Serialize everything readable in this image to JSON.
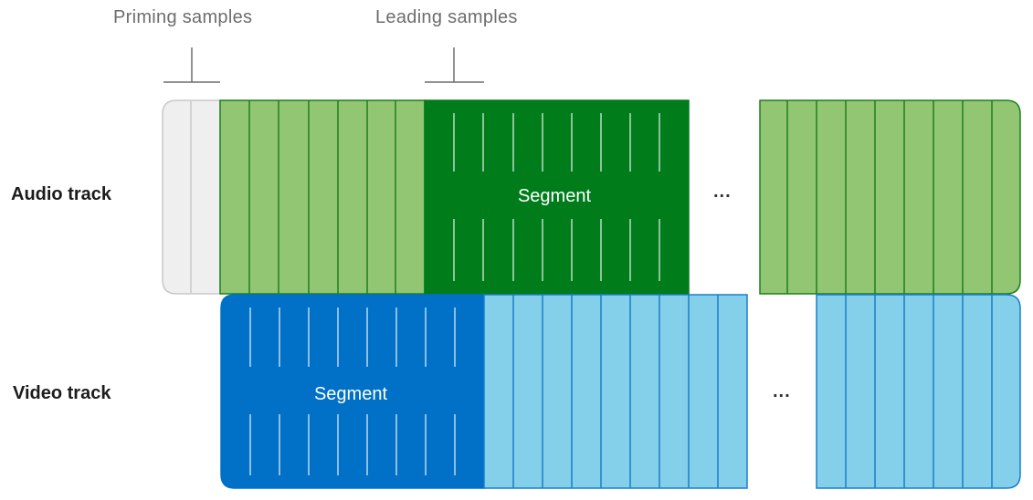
{
  "annotations": {
    "priming_samples": "Priming samples",
    "leading_samples": "Leading samples"
  },
  "tracks": {
    "audio": {
      "label": "Audio track",
      "segment_label": "Segment",
      "ellipsis": "..."
    },
    "video": {
      "label": "Video track",
      "segment_label": "Segment",
      "ellipsis": "..."
    }
  },
  "colors": {
    "priming_fill": "#efefef",
    "priming_stroke": "#c8c8c8",
    "audio_light": "#92c672",
    "audio_dark": "#007c1b",
    "audio_stroke": "#1e7e1e",
    "video_light": "#84d0ea",
    "video_dark": "#0170c7",
    "video_stroke": "#1a7ec8",
    "annotation_line": "#6d6d6d"
  }
}
